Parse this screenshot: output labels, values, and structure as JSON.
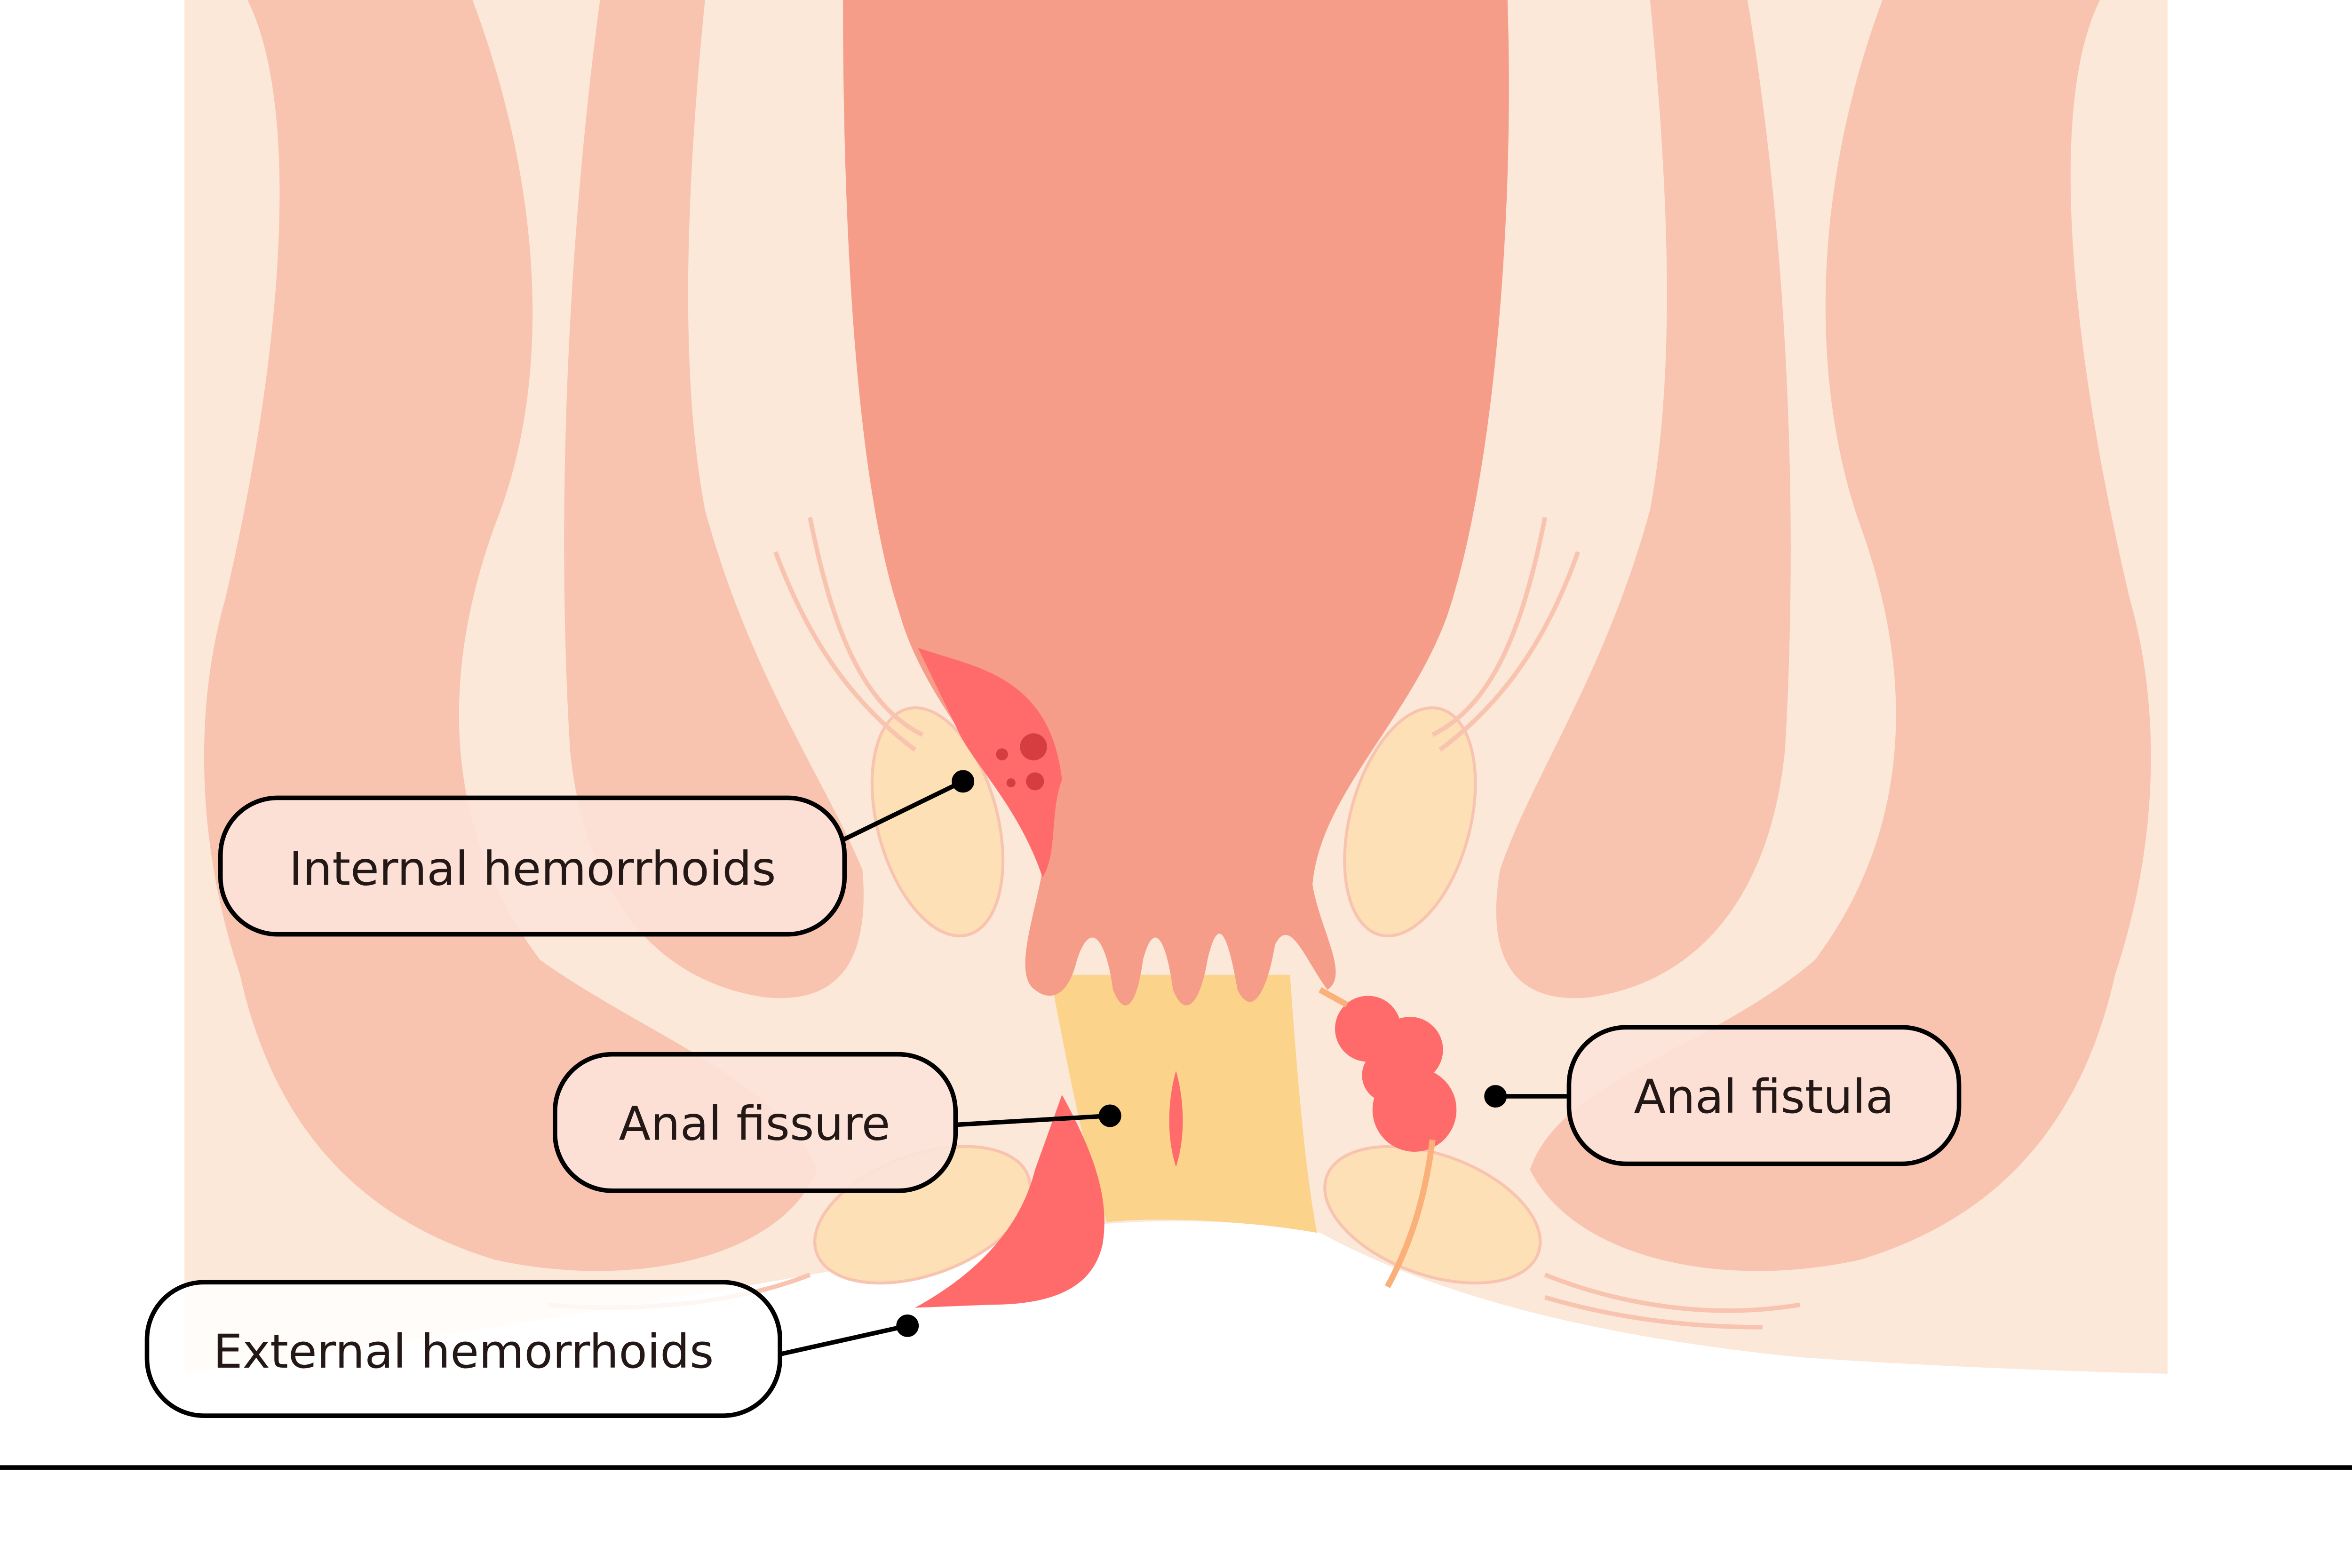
{
  "labels": {
    "internal": "Internal hemorrhoids",
    "fissure": "Anal fissure",
    "fistula": "Anal fistula",
    "external": "External hemorrhoids"
  },
  "colors": {
    "background": "#fce8d8",
    "muscle": "#f8c4b0",
    "rectum": "#f69d8a",
    "lesion": "#ff6b6b",
    "lesion_dark": "#d63d40",
    "canal": "#fbd38b",
    "fat": "#fde0b5"
  }
}
